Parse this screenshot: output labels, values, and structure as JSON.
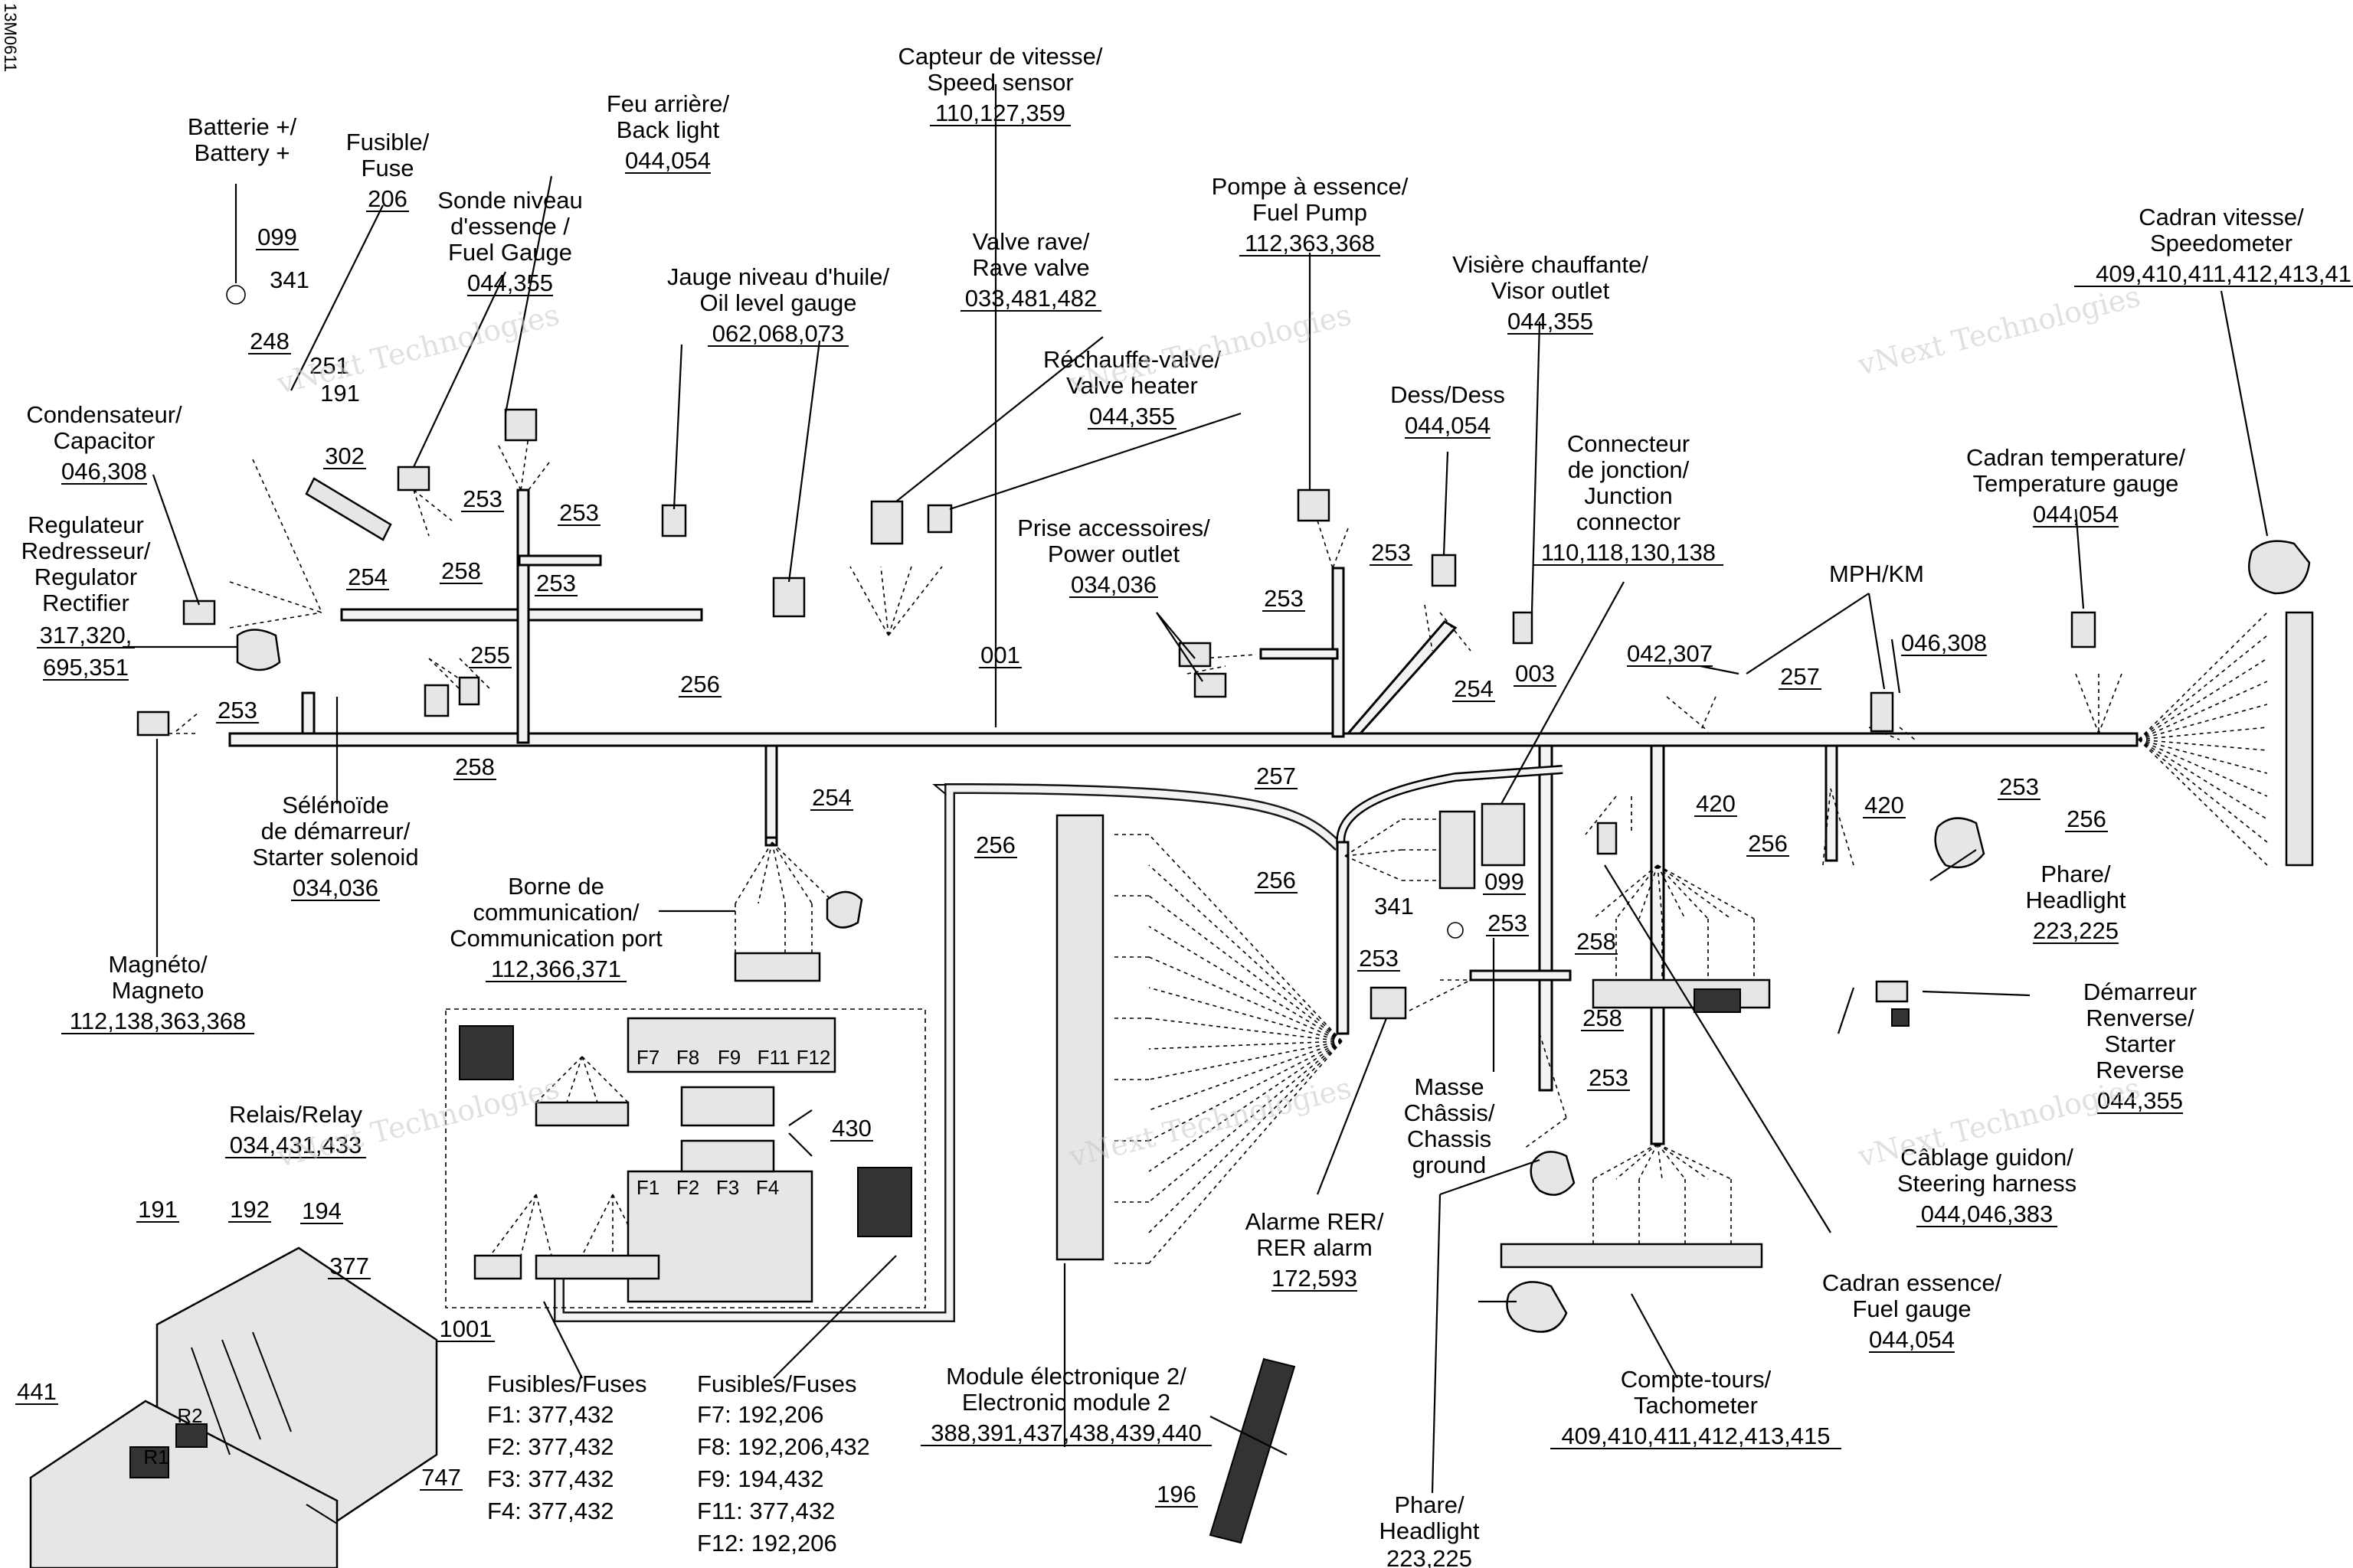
{
  "figure_code": "13M0611",
  "watermark": "vNext Technologies",
  "components": {
    "battery_pos": {
      "lines": [
        "Batterie +/",
        "Battery +"
      ]
    },
    "ref_099_a": "099",
    "ref_341_a": "341",
    "fuse": {
      "lines": [
        "Fusible/",
        "Fuse"
      ],
      "ref": "206"
    },
    "ref_248": "248",
    "ref_251": "251",
    "ref_191_a": "191",
    "back_light": {
      "lines": [
        "Feu arrière/",
        "Back light"
      ],
      "ref": "044,054"
    },
    "fuel_level_sensor": {
      "lines": [
        "Sonde niveau",
        "d'essence /",
        "Fuel Gauge"
      ],
      "ref": "044,355"
    },
    "speed_sensor": {
      "lines": [
        "Capteur de vitesse/",
        "Speed sensor"
      ],
      "ref": "110,127,359"
    },
    "oil_level": {
      "lines": [
        "Jauge niveau d'huile/",
        "Oil level gauge"
      ],
      "ref": "062,068,073"
    },
    "rave_valve": {
      "lines": [
        "Valve rave/",
        "Rave valve"
      ],
      "ref": "033,481,482"
    },
    "valve_heater": {
      "lines": [
        "Réchauffe-valve/",
        "Valve heater"
      ],
      "ref": "044,355"
    },
    "fuel_pump": {
      "lines": [
        "Pompe à essence/",
        "Fuel Pump"
      ],
      "ref": "112,363,368"
    },
    "visor_outlet": {
      "lines": [
        "Visière chauffante/",
        "Visor outlet"
      ],
      "ref": "044,355"
    },
    "dess": {
      "lines": [
        "Dess/Dess"
      ],
      "ref": "044,054"
    },
    "speedometer": {
      "lines": [
        "Cadran vitesse/",
        "Speedometer"
      ],
      "ref": "409,410,411,412,413,41"
    },
    "junction": {
      "lines": [
        "Connecteur",
        "de jonction/",
        "Junction",
        "connector"
      ],
      "ref": "110,118,130,138"
    },
    "temp_gauge": {
      "lines": [
        "Cadran temperature/",
        "Temperature gauge"
      ],
      "ref": "044,054"
    },
    "capacitor": {
      "lines": [
        "Condensateur/",
        "Capacitor"
      ],
      "ref": "046,308"
    },
    "regulator": {
      "lines": [
        "Regulateur",
        "Redresseur/",
        "Regulator",
        "Rectifier"
      ],
      "ref1": "317,320,",
      "ref2": "695,351"
    },
    "ref_302": "302",
    "power_outlet": {
      "lines": [
        "Prise accessoires/",
        "Power outlet"
      ],
      "ref": "034,036"
    },
    "mph_km": {
      "lines": [
        "MPH/KM"
      ]
    },
    "ref_042_307": "042,307",
    "ref_046_308": "046,308",
    "starter_solenoid": {
      "lines": [
        "Sélénoïde",
        "de démarreur/",
        "Starter solenoid"
      ],
      "ref": "034,036"
    },
    "comm_port": {
      "lines": [
        "Borne de",
        "communication/",
        "Communication port"
      ],
      "ref": "112,366,371"
    },
    "magneto": {
      "lines": [
        "Magnéto/",
        "Magneto"
      ],
      "ref": "112,138,363,368"
    },
    "headlight_r": {
      "lines": [
        "Phare/",
        "Headlight"
      ],
      "ref": "223,225"
    },
    "starter_reverse": {
      "lines": [
        "Démarreur",
        "Renverse/",
        "Starter",
        "Reverse"
      ],
      "ref": "044,355"
    },
    "relay": {
      "lines": [
        "Relais/Relay"
      ],
      "ref": "034,431,433"
    },
    "steering_harness": {
      "lines": [
        "Câblage guidon/",
        "Steering harness"
      ],
      "ref": "044,046,383"
    },
    "chassis_ground": {
      "lines": [
        "Masse",
        "Châssis/",
        "Chassis",
        "ground"
      ]
    },
    "rer_alarm": {
      "lines": [
        "Alarme RER/",
        "RER alarm"
      ],
      "ref": "172,593"
    },
    "fuel_gauge": {
      "lines": [
        "Cadran essence/",
        "Fuel gauge"
      ],
      "ref": "044,054"
    },
    "tachometer": {
      "lines": [
        "Compte-tours/",
        "Tachometer"
      ],
      "ref": "409,410,411,412,413,415"
    },
    "ecm2": {
      "lines": [
        "Module électronique 2/",
        "Electronic module 2"
      ],
      "ref": "388,391,437,438,439,440"
    },
    "headlight_b": {
      "lines": [
        "Phare/",
        "Headlight"
      ],
      "ref": "223,225"
    },
    "ref_196": "196",
    "ref_191_b": "191",
    "ref_192": "192",
    "ref_194": "194",
    "ref_377": "377",
    "ref_1001": "1001",
    "ref_441": "441",
    "ref_747": "747",
    "ref_430": "430",
    "r1": "R1",
    "r2": "R2"
  },
  "harness_refs": {
    "h001": "001",
    "h003": "003",
    "h253a": "253",
    "h253b": "253",
    "h253c": "253",
    "h253d": "253",
    "h253e": "253",
    "h253f": "253",
    "h253g": "253",
    "h253h": "253",
    "h253i": "253",
    "h253j": "253",
    "h254a": "254",
    "h254b": "254",
    "h254c": "254",
    "h255": "255",
    "h256a": "256",
    "h256b": "256",
    "h256c": "256",
    "h256d": "256",
    "h256e": "256",
    "h257a": "257",
    "h257b": "257",
    "h258a": "258",
    "h258b": "258",
    "h258c": "258",
    "h258d": "258",
    "h420a": "420",
    "h420b": "420",
    "h099b": "099",
    "h341b": "341"
  },
  "fuse_panel": {
    "fuses_left": {
      "title": "Fusibles/Fuses",
      "items": [
        "F1: 377,432",
        "F2: 377,432",
        "F3: 377,432",
        "F4: 377,432"
      ]
    },
    "fuses_right": {
      "title": "Fusibles/Fuses",
      "items": [
        "F7: 192,206",
        "F8: 192,206,432",
        "F9: 194,432",
        "F11: 377,432",
        "F12: 192,206"
      ]
    },
    "box_labels_top": [
      "F7",
      "F8",
      "F9",
      "F11",
      "F12"
    ],
    "box_labels_bottom": [
      "F1",
      "F2",
      "F3",
      "F4"
    ]
  }
}
